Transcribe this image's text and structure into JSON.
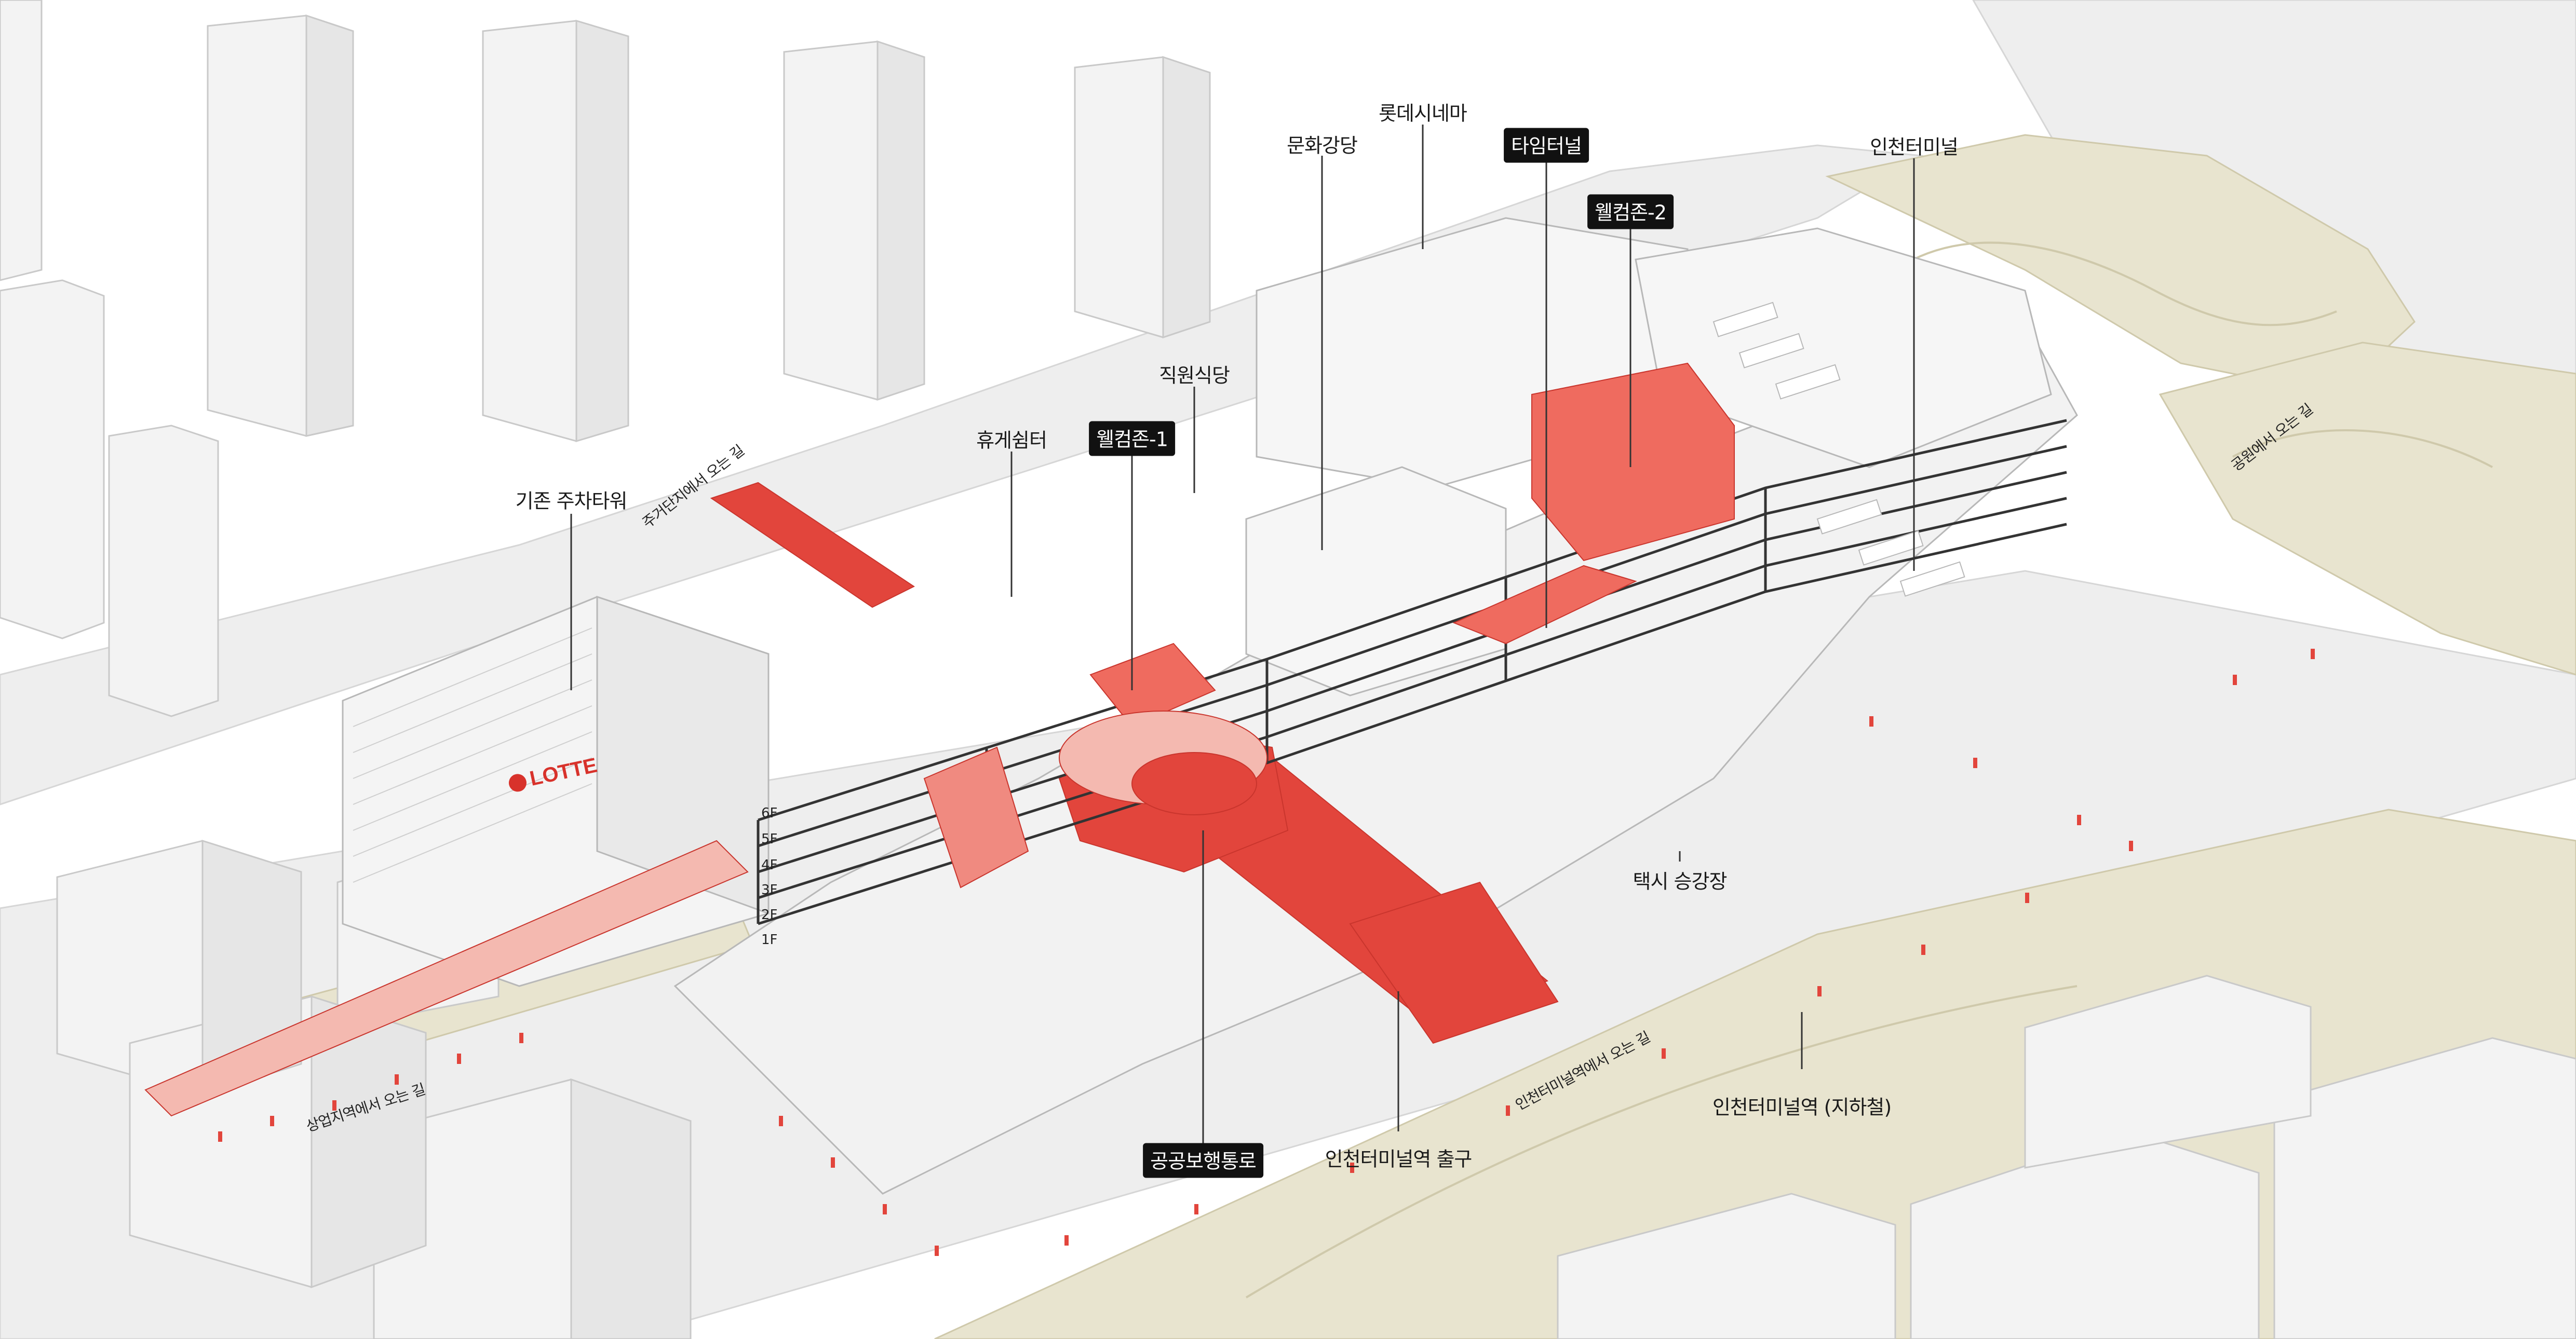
{
  "labels": {
    "lotte_cinema": "롯데시네마",
    "culture_hall": "문화강당",
    "time_tunnel": "타임터널",
    "welcome_zone_2": "웰컴존-2",
    "incheon_terminal": "인천터미널",
    "staff_cafeteria": "직원식당",
    "rest_area": "휴게쉼터",
    "welcome_zone_1": "웰컴존-1",
    "parking_tower": "기존 주차타워",
    "taxi_stand": "택시 승강장",
    "public_walkway": "공공보행통로",
    "station_exit": "인천터미널역 출구",
    "terminal_station": "인천터미널역 (지하철)"
  },
  "routes": {
    "from_residential": "주거단지에서 오는 길",
    "from_park": "공원에서 오는 길",
    "from_commercial": "상업지역에서 오는 길",
    "from_station": "인천터미널역에서 오는 길"
  },
  "floors": [
    "6F",
    "5F",
    "4F",
    "3F",
    "2F",
    "1F"
  ],
  "logo": {
    "text": "LOTTE"
  },
  "colors": {
    "accent_red": "#e2453c",
    "light_red": "#f4b9b0",
    "park_beige": "#e8e4cf",
    "building_gray": "#f2f2f2",
    "line_gray": "#b8b8b8"
  }
}
